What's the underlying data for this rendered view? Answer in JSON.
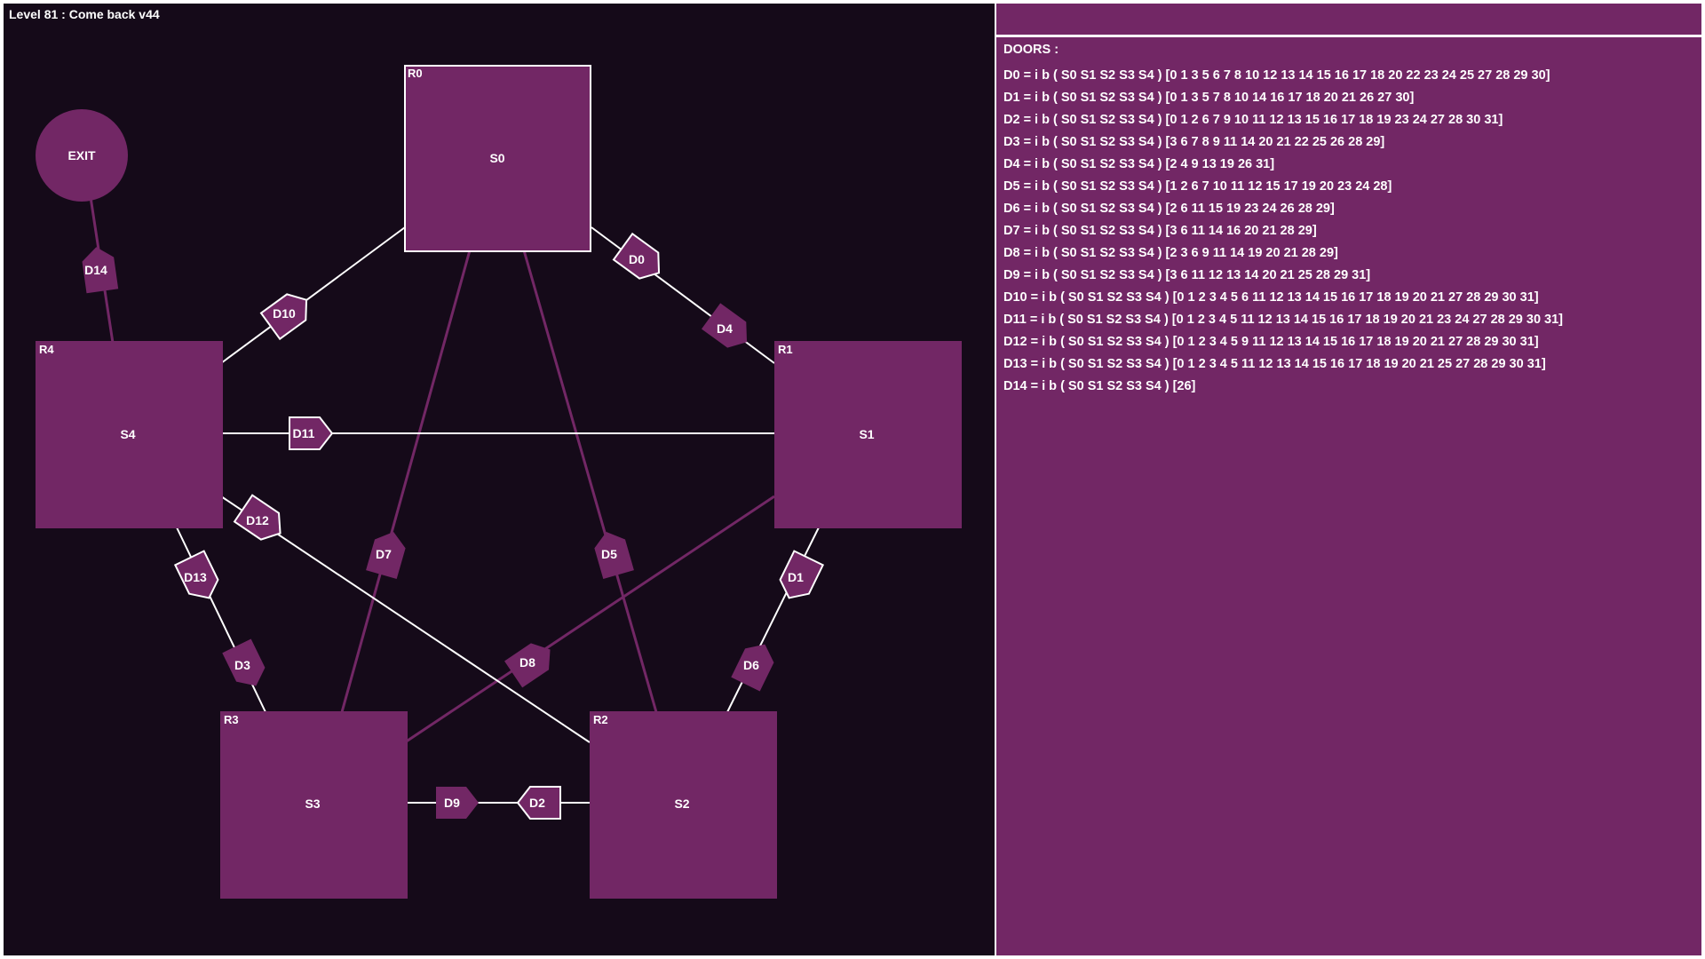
{
  "level_title": "Level 81 : Come back v44",
  "colors": {
    "board": "#150a19",
    "room": "#722765",
    "line": "#ffffff",
    "text": "#ffffff"
  },
  "rooms": [
    {
      "id": "R0",
      "label": "S0"
    },
    {
      "id": "R1",
      "label": "S1"
    },
    {
      "id": "R2",
      "label": "S2"
    },
    {
      "id": "R3",
      "label": "S3"
    },
    {
      "id": "R4",
      "label": "S4"
    }
  ],
  "exit": {
    "label": "EXIT"
  },
  "doors": [
    {
      "id": "D0",
      "label": "D0",
      "outline": true
    },
    {
      "id": "D1",
      "label": "D1",
      "outline": true
    },
    {
      "id": "D2",
      "label": "D2",
      "outline": true
    },
    {
      "id": "D3",
      "label": "D3",
      "outline": false
    },
    {
      "id": "D4",
      "label": "D4",
      "outline": false
    },
    {
      "id": "D5",
      "label": "D5",
      "outline": false
    },
    {
      "id": "D6",
      "label": "D6",
      "outline": false
    },
    {
      "id": "D7",
      "label": "D7",
      "outline": false
    },
    {
      "id": "D8",
      "label": "D8",
      "outline": false
    },
    {
      "id": "D9",
      "label": "D9",
      "outline": false
    },
    {
      "id": "D10",
      "label": "D10",
      "outline": true
    },
    {
      "id": "D11",
      "label": "D11",
      "outline": true
    },
    {
      "id": "D12",
      "label": "D12",
      "outline": true
    },
    {
      "id": "D13",
      "label": "D13",
      "outline": true
    },
    {
      "id": "D14",
      "label": "D14",
      "outline": false
    }
  ],
  "panel": {
    "header": "DOORS :",
    "entries": [
      "D0 = i b ( S0 S1 S2 S3 S4 )  [0 1 3 5 6 7 8 10 12 13 14 15 16 17 18 20 22 23 24 25 27 28 29 30]",
      "D1 = i b ( S0 S1 S2 S3 S4 )  [0 1 3 5 7 8 10 14 16 17 18 20 21 26 27 30]",
      "D2 = i b ( S0 S1 S2 S3 S4 )  [0 1 2 6 7 9 10 11 12 13 15 16 17 18 19 23 24 27 28 30 31]",
      "D3 = i b ( S0 S1 S2 S3 S4 )  [3 6 7 8 9 11 14 20 21 22 25 26 28 29]",
      "D4 = i b ( S0 S1 S2 S3 S4 )  [2 4 9 13 19 26 31]",
      "D5 = i b ( S0 S1 S2 S3 S4 )  [1 2 6 7 10 11 12 15 17 19 20 23 24 28]",
      "D6 = i b ( S0 S1 S2 S3 S4 )  [2 6 11 15 19 23 24 26 28 29]",
      "D7 = i b ( S0 S1 S2 S3 S4 )  [3 6 11 14 16 20 21 28 29]",
      "D8 = i b ( S0 S1 S2 S3 S4 )  [2 3 6 9 11 14 19 20 21 28 29]",
      "D9 = i b ( S0 S1 S2 S3 S4 )  [3 6 11 12 13 14 20 21 25 28 29 31]",
      "D10 = i b ( S0 S1 S2 S3 S4 )  [0 1 2 3 4 5 6 11 12 13 14 15 16 17 18 19 20 21 27 28 29 30 31]",
      "D11 = i b ( S0 S1 S2 S3 S4 )  [0 1 2 3 4 5 11 12 13 14 15 16 17 18 19 20 21 23 24 27 28 29 30 31]",
      "D12 = i b ( S0 S1 S2 S3 S4 )  [0 1 2 3 4 5 9 11 12 13 14 15 16 17 18 19 20 21 27 28 29 30 31]",
      "D13 = i b ( S0 S1 S2 S3 S4 )  [0 1 2 3 4 5 11 12 13 14 15 16 17 18 19 20 21 25 27 28 29 30 31]",
      "D14 = i b ( S0 S1 S2 S3 S4 )  [26]"
    ]
  }
}
